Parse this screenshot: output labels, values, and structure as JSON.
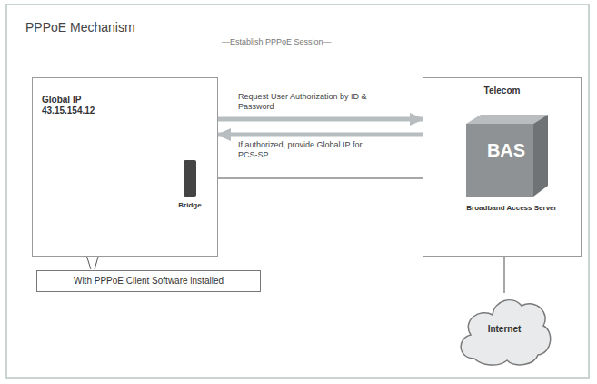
{
  "diagram": {
    "title": "PPPoE Mechanism",
    "nodes": [
      {
        "text": [
          "Global IP 43.15.154.12"
        ]
      },
      {
        "text": [
          "Bridge"
        ],
        "in": 0
      },
      {
        "text": [
          "Telecom"
        ]
      },
      {
        "text": [
          "BAS",
          "Broadband Access Server"
        ],
        "in": 2
      },
      {
        "text": [
          "Internet"
        ]
      },
      {
        "text": [
          "With PPPoE Client Software installed"
        ]
      }
    ],
    "edges": [
      {
        "from": 0,
        "to": 2,
        "arrow": "to",
        "label": "Request User Authorization by ID & Password"
      },
      {
        "from": 2,
        "to": 0,
        "arrow": "to",
        "label": "If authorized, provide Global IP for PCS-SP"
      },
      {
        "from": 1,
        "to": 3,
        "arrow": "none"
      },
      {
        "from": 3,
        "to": 4,
        "arrow": "none"
      }
    ],
    "labels": [
      "—Establish PPPoE Session—"
    ]
  }
}
